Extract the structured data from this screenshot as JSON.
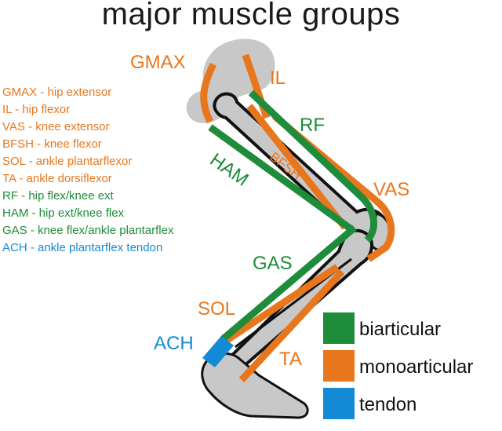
{
  "title": "major muscle groups",
  "colors": {
    "biarticular": "#1E8C3A",
    "monoarticular": "#E8761C",
    "tendon": "#1489D6",
    "bone": "#c8c8c8"
  },
  "key": [
    {
      "text": "GMAX - hip extensor",
      "type": "mono"
    },
    {
      "text": "IL - hip flexor",
      "type": "mono"
    },
    {
      "text": "VAS - knee extensor",
      "type": "mono"
    },
    {
      "text": "BFSH - knee flexor",
      "type": "mono"
    },
    {
      "text": "SOL - ankle plantarflexor",
      "type": "mono"
    },
    {
      "text": "TA - ankle dorsiflexor",
      "type": "mono"
    },
    {
      "text": "RF - hip flex/knee ext",
      "type": "bi"
    },
    {
      "text": "HAM - hip ext/knee flex",
      "type": "bi"
    },
    {
      "text": "GAS - knee flex/ankle plantarflex",
      "type": "bi"
    },
    {
      "text": "ACH - ankle plantarflex tendon",
      "type": "ten"
    }
  ],
  "labels": {
    "gmax": "GMAX",
    "il": "IL",
    "rf": "RF",
    "ham": "HAM",
    "bfsh": "BFSH",
    "vas": "VAS",
    "gas": "GAS",
    "sol": "SOL",
    "ach": "ACH",
    "ta": "TA"
  },
  "legend": {
    "biarticular": "biarticular",
    "monoarticular": "monoarticular",
    "tendon": "tendon"
  }
}
